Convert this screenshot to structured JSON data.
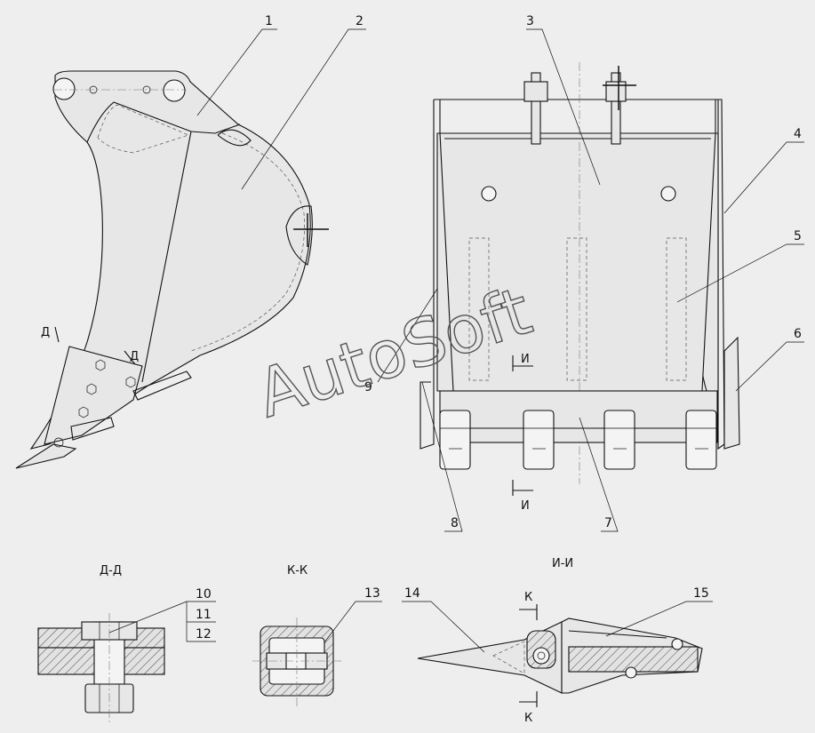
{
  "labels": {
    "p1": "1",
    "p2": "2",
    "p3": "3",
    "p4": "4",
    "p5": "5",
    "p6": "6",
    "p7": "7",
    "p8": "8",
    "p9": "9",
    "p10": "10",
    "p11": "11",
    "p12": "12",
    "p13": "13",
    "p14": "14",
    "p15": "15"
  },
  "markers": {
    "d": "Д",
    "i": "И",
    "k": "К"
  },
  "sections": {
    "dd": "Д-Д",
    "kk": "К-К",
    "ii": "И-И"
  },
  "watermark": "AutoSoft"
}
